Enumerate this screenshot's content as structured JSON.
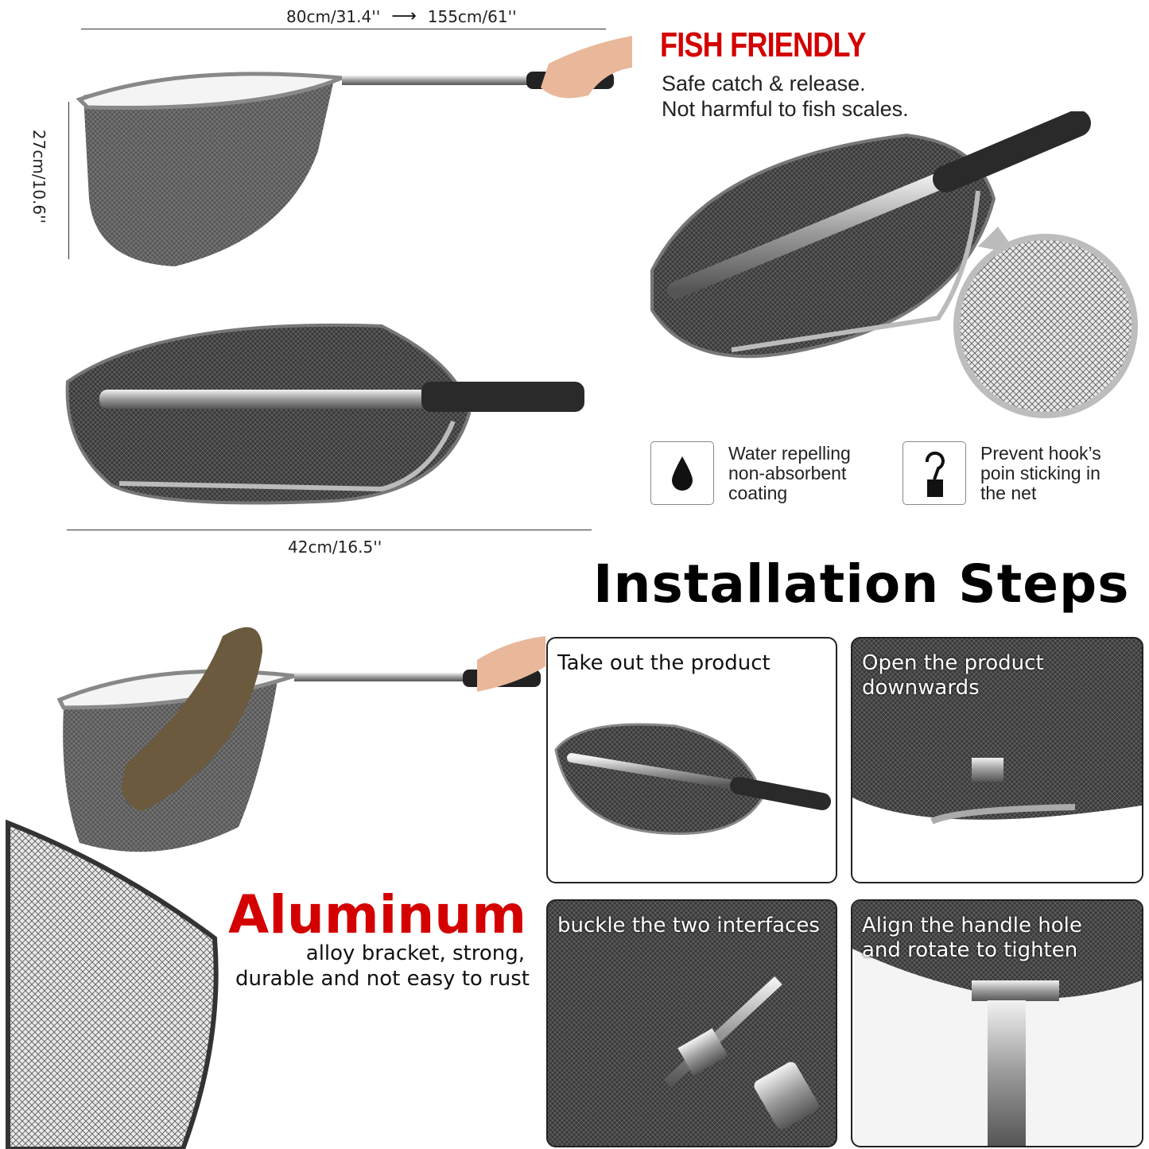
{
  "dimensions": {
    "length_short": "80cm/31.4''",
    "length_long": "155cm/61''",
    "height": "27cm/10.6''",
    "width": "42cm/16.5''"
  },
  "fish_friendly": {
    "title": "FISH FRIENDLY",
    "line1": "Safe catch & release.",
    "line2": "Not harmful to fish scales.",
    "title_color": "#d40000"
  },
  "features": [
    {
      "icon": "water-drop-icon",
      "text": "Water repelling\nnon-absorbent\ncoating"
    },
    {
      "icon": "fishing-hook-icon",
      "text": "Prevent hook’s\npoin sticking in\nthe net"
    }
  ],
  "aluminum": {
    "title": "Aluminum",
    "line1": "alloy bracket, strong,",
    "line2": "durable and not easy to rust",
    "title_color": "#d40000"
  },
  "installation": {
    "title": "Installation Steps",
    "steps": [
      {
        "label": "Take out the product"
      },
      {
        "label": "Open the product downwards"
      },
      {
        "label": "buckle the two interfaces"
      },
      {
        "label": "Align the handle hole and rotate to tighten"
      }
    ]
  }
}
